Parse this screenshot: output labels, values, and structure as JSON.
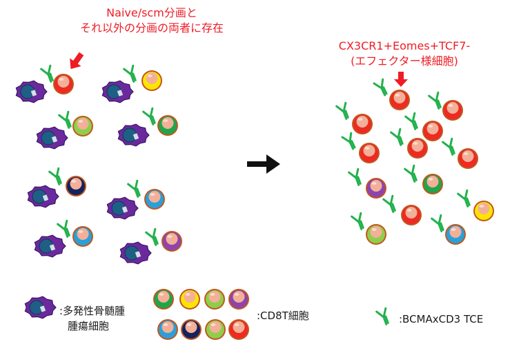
{
  "callouts": {
    "left_line1": "Naive/scm分画と",
    "left_line2": "それ以外の分画の両者に存在",
    "right_line1": "CX3CR1+Eomes+TCF7-",
    "right_line2": "(エフェクター様細胞)"
  },
  "legend": {
    "myeloma_line1": ":多発性骨髄腫",
    "myeloma_line2": "腫瘍細胞",
    "cd8t": ":CD8T細胞",
    "tce": ":BCMAxCD3 TCE"
  },
  "colors": {
    "alert_red": "#ee1c25",
    "myeloma_purple": "#6a2a9e",
    "myeloma_nucleus": "#1f5f86",
    "tce_green": "#22b14c",
    "cell_rim": "#c0571e",
    "cell_nucleus": "#f2b098",
    "tcell_red": "#ee2a22",
    "tcell_yellow": "#ffe500",
    "tcell_lightgreen": "#8fce4a",
    "tcell_purple": "#8e44ad",
    "tcell_green": "#1fa64a",
    "tcell_blue": "#2b9fd9",
    "tcell_navy": "#14225e"
  }
}
